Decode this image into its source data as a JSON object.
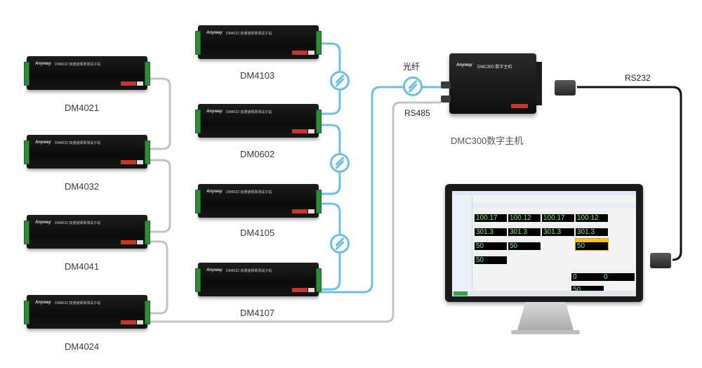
{
  "devices": {
    "dm4021": {
      "name": "DM4021"
    },
    "dm4032": {
      "name": "DM4032"
    },
    "dm4041": {
      "name": "DM4041"
    },
    "dm4024": {
      "name": "DM4024"
    },
    "dm4103": {
      "name": "DM4103"
    },
    "dm0602": {
      "name": "DM0602"
    },
    "dm4105": {
      "name": "DM4105"
    },
    "dm4107": {
      "name": "DM4107"
    }
  },
  "module_text": {
    "brand": "Anyway",
    "model": "DM4022 双通道频率测试子站"
  },
  "host": {
    "brand": "Anyway",
    "model": "DMC300 数字主机",
    "caption": "DMC300数字主机"
  },
  "connections": {
    "fiber": "光纤",
    "rs485": "RS485",
    "rs232": "RS232"
  },
  "software": {
    "tiles": [
      {
        "value": "100.17"
      },
      {
        "value": "100.12"
      },
      {
        "value": "100.17"
      },
      {
        "value": "100.12"
      },
      {
        "value": "301.3"
      },
      {
        "value": "301.3"
      },
      {
        "value": "301.3"
      },
      {
        "value": "301.3"
      },
      {
        "value": "50"
      },
      {
        "value": "50"
      },
      {
        "value": "50"
      },
      {
        "value": "50"
      },
      {
        "value": "0"
      },
      {
        "value": "0"
      },
      {
        "value": "50"
      }
    ]
  },
  "colors": {
    "fiber": "#6ec0e0",
    "rs485": "#bdbdbd",
    "rs232": "#111111"
  }
}
